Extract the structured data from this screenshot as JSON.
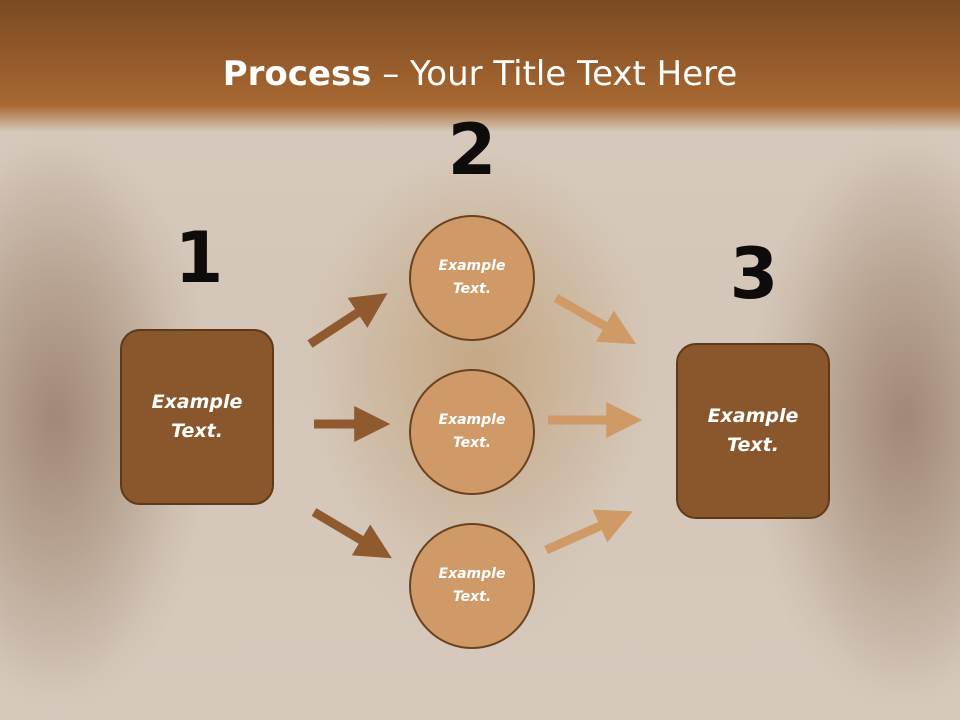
{
  "title": {
    "bold": "Process",
    "rest": " – Your Title Text Here"
  },
  "steps": {
    "one": "1",
    "two": "2",
    "three": "3"
  },
  "left_box": {
    "line1": "Example",
    "line2": "Text."
  },
  "right_box": {
    "line1": "Example",
    "line2": "Text."
  },
  "circles": [
    {
      "line1": "Example",
      "line2": "Text."
    },
    {
      "line1": "Example",
      "line2": "Text."
    },
    {
      "line1": "Example",
      "line2": "Text."
    }
  ],
  "colors": {
    "header": "#9a5e2c",
    "box": "#8a572c",
    "circle": "#cf9a68",
    "arrow_dark": "#8f5a2e",
    "arrow_light": "#d09a66"
  }
}
